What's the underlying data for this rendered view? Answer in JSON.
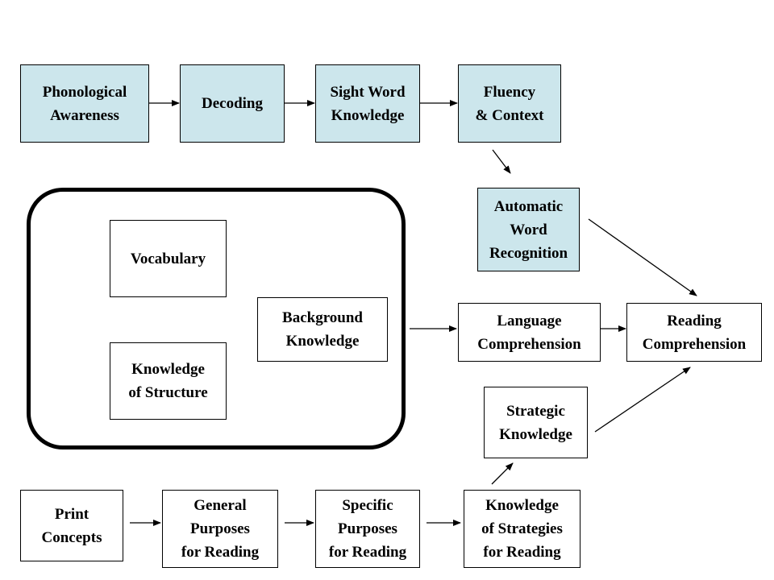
{
  "nodes": {
    "phonological_awareness": "Phonological\nAwareness",
    "decoding": "Decoding",
    "sight_word_knowledge": "Sight Word\nKnowledge",
    "fluency_context": "Fluency\n& Context",
    "automatic_word_recognition": "Automatic\nWord\nRecognition",
    "vocabulary": "Vocabulary",
    "background_knowledge": "Background\nKnowledge",
    "knowledge_of_structure": "Knowledge\nof Structure",
    "language_comprehension": "Language\nComprehension",
    "reading_comprehension": "Reading\nComprehension",
    "strategic_knowledge": "Strategic\nKnowledge",
    "print_concepts": "Print\nConcepts",
    "general_purposes": "General\nPurposes\nfor Reading",
    "specific_purposes": "Specific\nPurposes\nfor Reading",
    "knowledge_of_strategies": "Knowledge\nof Strategies\nfor Reading"
  },
  "colors": {
    "blue_fill": "#cce6ec",
    "line": "#000000"
  }
}
